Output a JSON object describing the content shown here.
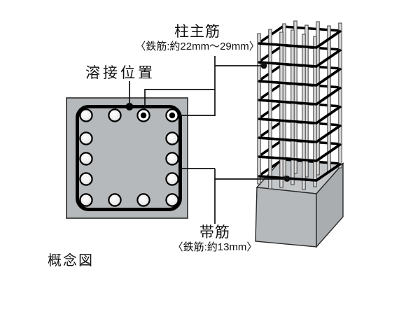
{
  "figure": {
    "caption": "概念図",
    "background": "#ffffff"
  },
  "labels": {
    "main_rebar": {
      "title": "柱主筋",
      "spec": "〈鉄筋:約22mm〜29mm〉"
    },
    "weld": {
      "title": "溶接位置"
    },
    "hoop": {
      "title": "帯筋",
      "spec": "〈鉄筋:約13mm〉"
    }
  },
  "cross_section": {
    "main_rebar_count": 14,
    "highlighted_rebar_count": 2,
    "weld_dot_count": 1
  },
  "column_3d": {
    "hoop_count": 8,
    "vertical_rebar_count": 12
  },
  "colors": {
    "concrete": "#b6b9bb",
    "concrete_top": "#c4c7c9",
    "concrete_side": "#aaadaf",
    "rebar_fill": "#d9d9d9",
    "steel": "#000000",
    "ink": "#111111"
  }
}
